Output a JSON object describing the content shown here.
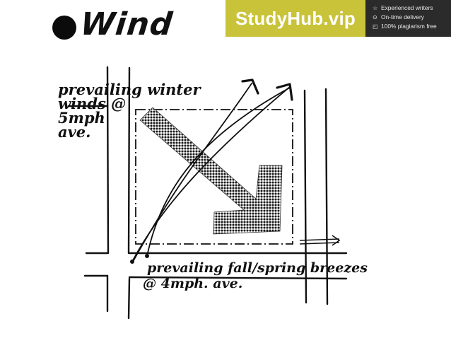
{
  "title": "Wind",
  "brand": {
    "name": "StudyHub.vip",
    "features": [
      {
        "icon": "star-icon",
        "glyph": "☆",
        "text": "Experienced writers"
      },
      {
        "icon": "clock-icon",
        "glyph": "⊙",
        "text": "On-time delivery"
      },
      {
        "icon": "check-doc-icon",
        "glyph": "◰",
        "text": "100% plagiarism free"
      }
    ],
    "colors": {
      "banner": "#2b2b2b",
      "brand_box": "#c9c33a",
      "brand_text": "#ffffff"
    }
  },
  "diagram": {
    "winter_label_lines": [
      "prevailing winter",
      "winds @",
      "5mph",
      "ave."
    ],
    "breeze_label_lines": [
      "prevailing fall/spring breezes",
      "@ 4mph. ave."
    ],
    "colors": {
      "ink": "#111111",
      "arrow_fill": "#6a6a6a"
    }
  }
}
